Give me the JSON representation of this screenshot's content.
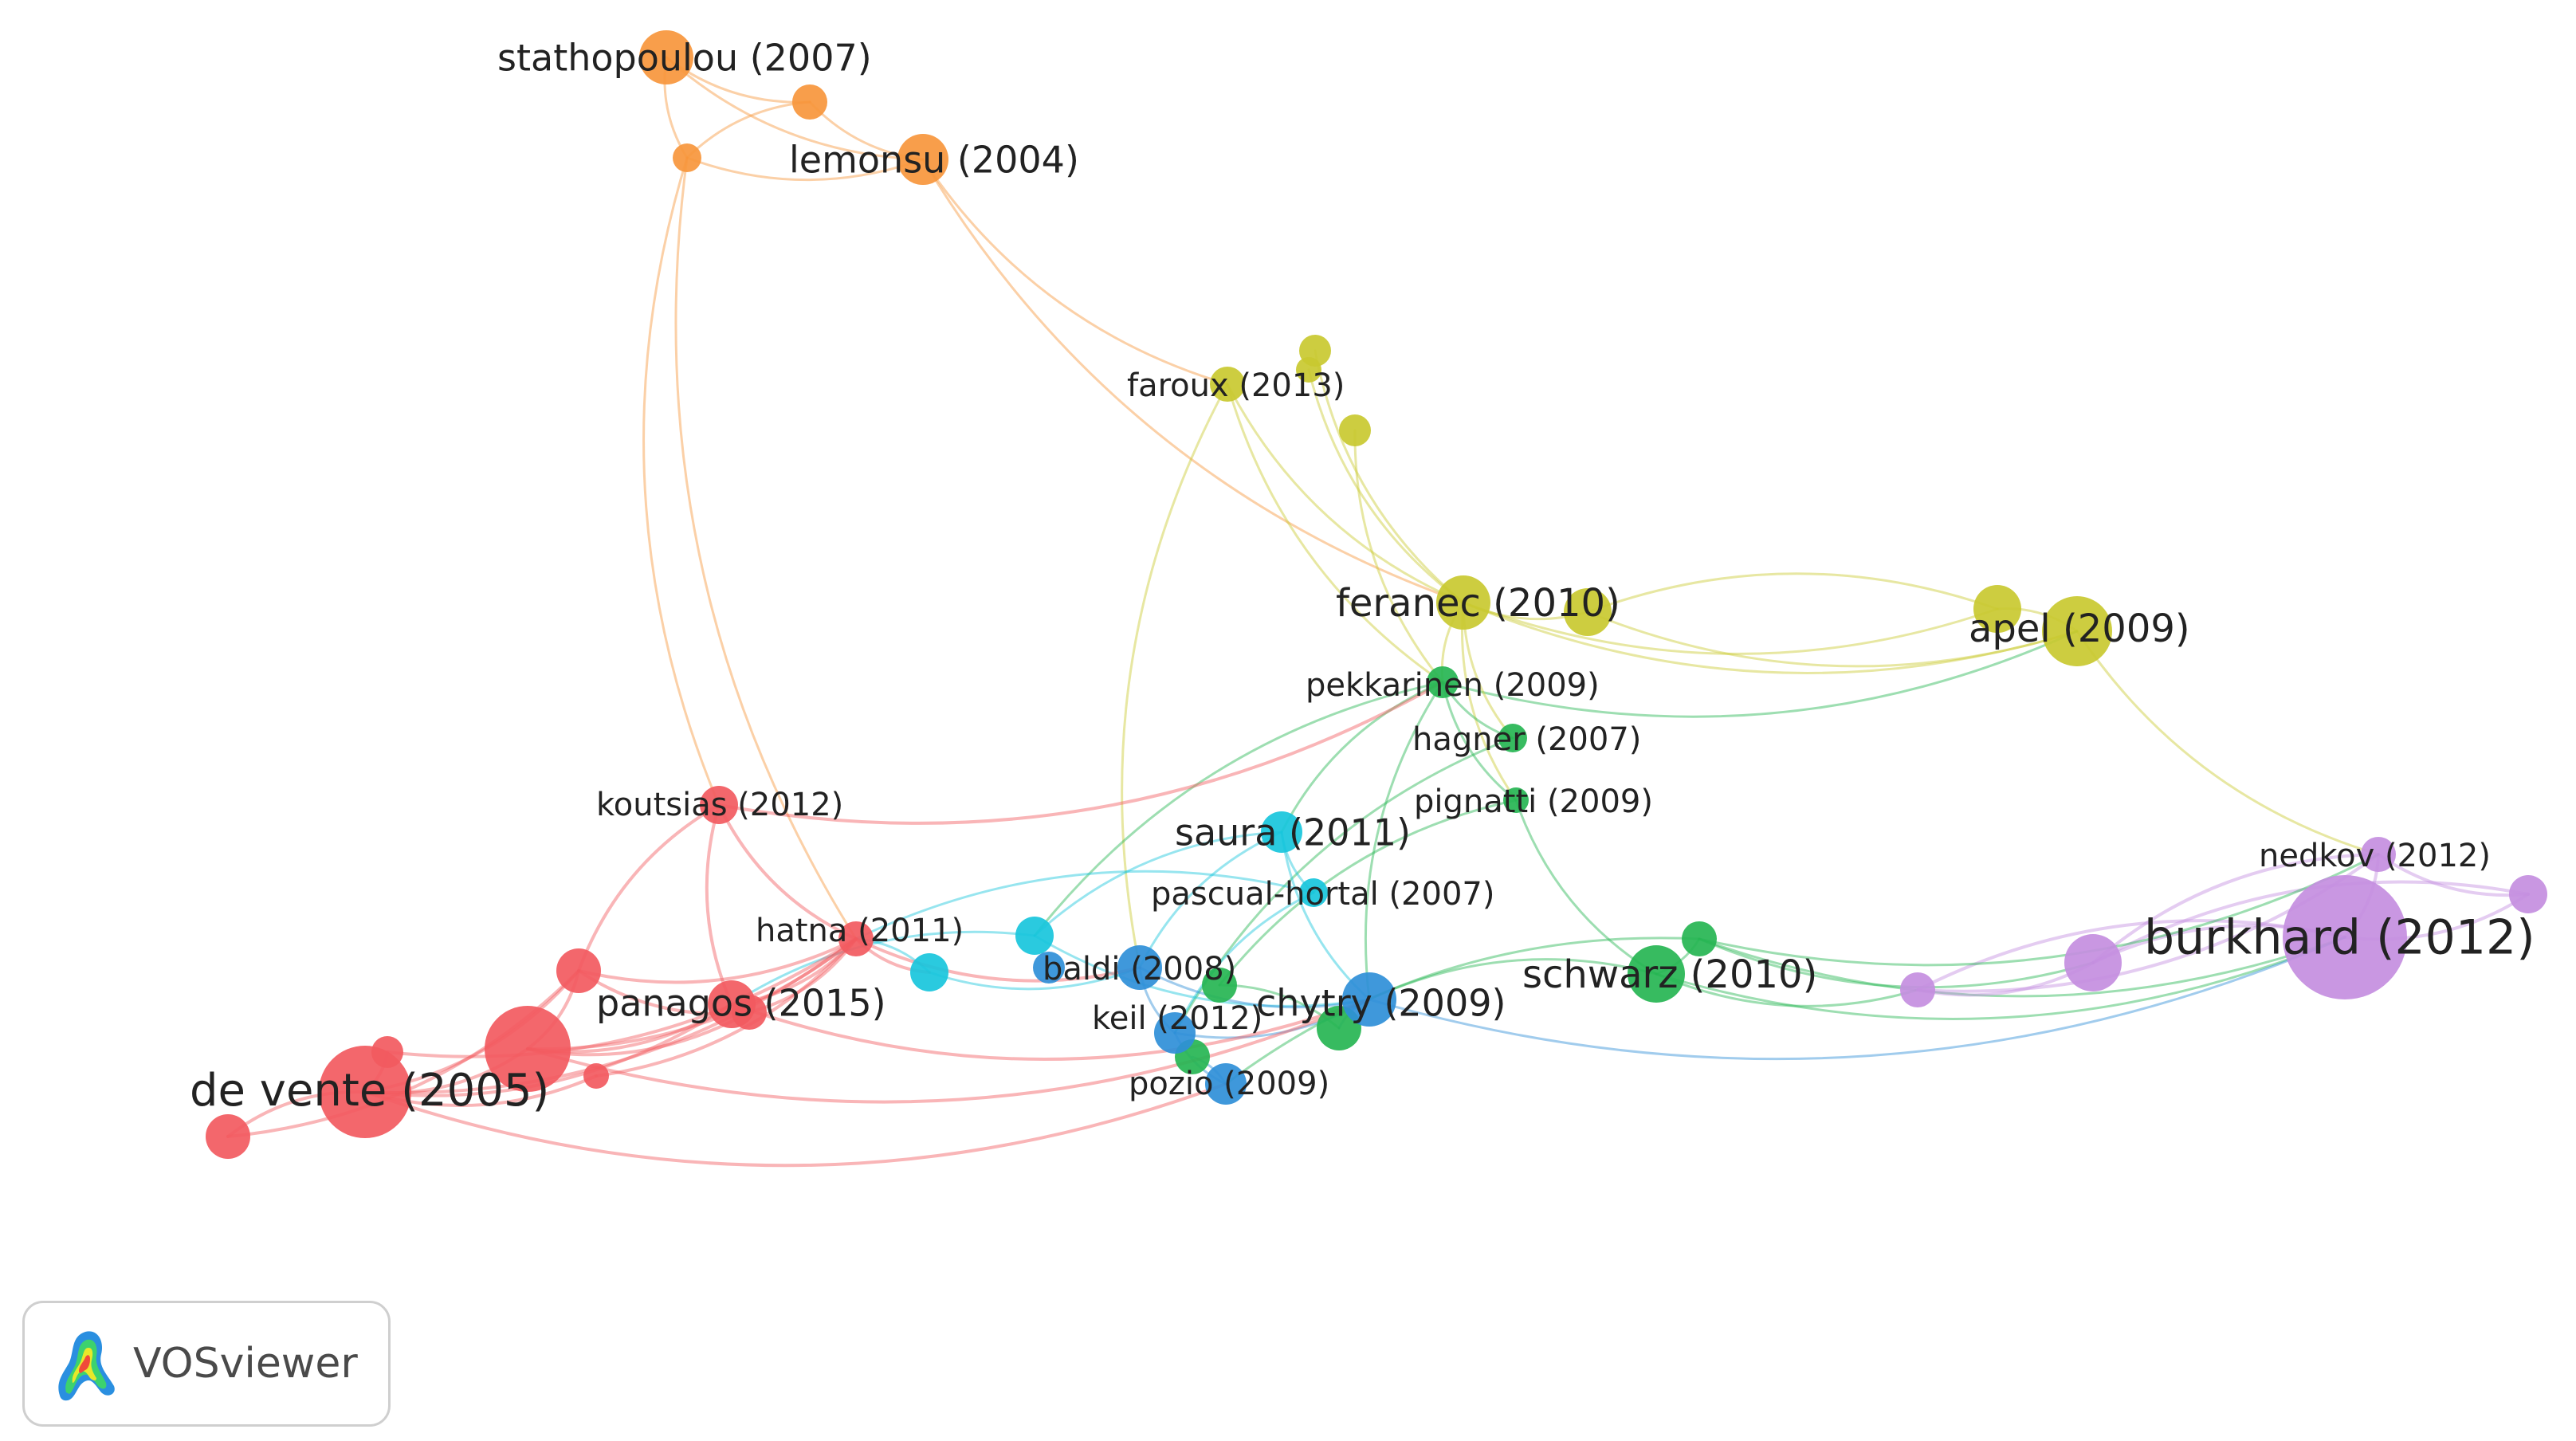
{
  "cluster_colors": {
    "red": "#f25a60",
    "orange": "#f7963c",
    "yellow": "#c9c930",
    "green": "#26b552",
    "cyan": "#18c6dc",
    "blue": "#2f8fd8",
    "purple": "#c48ee0"
  },
  "nodes": [
    {
      "id": "stathopoulou",
      "label": "stathopoulou (2007)",
      "cluster": "orange"
    },
    {
      "id": "o2",
      "label": "",
      "cluster": "orange"
    },
    {
      "id": "o3",
      "label": "",
      "cluster": "orange"
    },
    {
      "id": "lemonsu",
      "label": "lemonsu (2004)",
      "cluster": "orange"
    },
    {
      "id": "faroux",
      "label": "faroux (2013)",
      "cluster": "yellow"
    },
    {
      "id": "y2",
      "label": "",
      "cluster": "yellow"
    },
    {
      "id": "y3",
      "label": "",
      "cluster": "yellow"
    },
    {
      "id": "y4",
      "label": "",
      "cluster": "yellow"
    },
    {
      "id": "feranec",
      "label": "feranec (2010)",
      "cluster": "yellow"
    },
    {
      "id": "y6",
      "label": "",
      "cluster": "yellow"
    },
    {
      "id": "apel",
      "label": "apel (2009)",
      "cluster": "yellow"
    },
    {
      "id": "y8",
      "label": "",
      "cluster": "yellow"
    },
    {
      "id": "pekkarinen",
      "label": "pekkarinen (2009)",
      "cluster": "green"
    },
    {
      "id": "hagner",
      "label": "hagner (2007)",
      "cluster": "green"
    },
    {
      "id": "pignatti",
      "label": "pignatti (2009)",
      "cluster": "green"
    },
    {
      "id": "schwarz",
      "label": "schwarz (2010)",
      "cluster": "green"
    },
    {
      "id": "g5",
      "label": "",
      "cluster": "green"
    },
    {
      "id": "g6",
      "label": "",
      "cluster": "green"
    },
    {
      "id": "g7",
      "label": "",
      "cluster": "green"
    },
    {
      "id": "g8",
      "label": "",
      "cluster": "green"
    },
    {
      "id": "saura",
      "label": "saura (2011)",
      "cluster": "cyan"
    },
    {
      "id": "pascual",
      "label": "pascual-hortal (2007)",
      "cluster": "cyan"
    },
    {
      "id": "c3",
      "label": "",
      "cluster": "cyan"
    },
    {
      "id": "c4",
      "label": "",
      "cluster": "cyan"
    },
    {
      "id": "baldi",
      "label": "baldi (2008)",
      "cluster": "blue"
    },
    {
      "id": "chytry",
      "label": "chytry (2009)",
      "cluster": "blue"
    },
    {
      "id": "keil",
      "label": "keil (2012)",
      "cluster": "blue"
    },
    {
      "id": "pozio",
      "label": "pozio (2009)",
      "cluster": "blue"
    },
    {
      "id": "b5",
      "label": "",
      "cluster": "blue"
    },
    {
      "id": "koutsias",
      "label": "koutsias (2012)",
      "cluster": "red"
    },
    {
      "id": "hatna",
      "label": "hatna (2011)",
      "cluster": "red"
    },
    {
      "id": "panagos",
      "label": "panagos (2015)",
      "cluster": "red"
    },
    {
      "id": "devente",
      "label": "de vente (2005)",
      "cluster": "red"
    },
    {
      "id": "r5",
      "label": "",
      "cluster": "red"
    },
    {
      "id": "r6",
      "label": "",
      "cluster": "red"
    },
    {
      "id": "r7",
      "label": "",
      "cluster": "red"
    },
    {
      "id": "r8",
      "label": "",
      "cluster": "red"
    },
    {
      "id": "r9",
      "label": "",
      "cluster": "red"
    },
    {
      "id": "r10",
      "label": "",
      "cluster": "red"
    },
    {
      "id": "nedkov",
      "label": "nedkov (2012)",
      "cluster": "purple"
    },
    {
      "id": "burkhard",
      "label": "burkhard (2012)",
      "cluster": "purple"
    },
    {
      "id": "p3",
      "label": "",
      "cluster": "purple"
    },
    {
      "id": "p4",
      "label": "",
      "cluster": "purple"
    },
    {
      "id": "p5",
      "label": "",
      "cluster": "purple"
    }
  ],
  "edges": [
    [
      "stathopoulou",
      "o2"
    ],
    [
      "stathopoulou",
      "o3"
    ],
    [
      "stathopoulou",
      "lemonsu"
    ],
    [
      "o2",
      "lemonsu"
    ],
    [
      "o3",
      "lemonsu"
    ],
    [
      "o2",
      "o3"
    ],
    [
      "lemonsu",
      "faroux"
    ],
    [
      "lemonsu",
      "feranec"
    ],
    [
      "o3",
      "koutsias"
    ],
    [
      "o3",
      "hatna"
    ],
    [
      "faroux",
      "feranec"
    ],
    [
      "faroux",
      "pekkarinen"
    ],
    [
      "faroux",
      "baldi"
    ],
    [
      "y2",
      "feranec"
    ],
    [
      "y3",
      "feranec"
    ],
    [
      "y4",
      "pekkarinen"
    ],
    [
      "feranec",
      "apel"
    ],
    [
      "feranec",
      "y6"
    ],
    [
      "y6",
      "apel"
    ],
    [
      "apel",
      "y8"
    ],
    [
      "y8",
      "y6"
    ],
    [
      "feranec",
      "y8"
    ],
    [
      "apel",
      "nedkov"
    ],
    [
      "pekkarinen",
      "apel"
    ],
    [
      "feranec",
      "pekkarinen"
    ],
    [
      "feranec",
      "hagner"
    ],
    [
      "feranec",
      "pignatti"
    ],
    [
      "pekkarinen",
      "hagner"
    ],
    [
      "pekkarinen",
      "pignatti"
    ],
    [
      "pekkarinen",
      "saura"
    ],
    [
      "pekkarinen",
      "c3"
    ],
    [
      "pekkarinen",
      "chytry"
    ],
    [
      "hagner",
      "keil"
    ],
    [
      "pignatti",
      "schwarz"
    ],
    [
      "pignatti",
      "g7"
    ],
    [
      "schwarz",
      "g5"
    ],
    [
      "schwarz",
      "chytry"
    ],
    [
      "schwarz",
      "p3"
    ],
    [
      "schwarz",
      "burkhard"
    ],
    [
      "g5",
      "p4"
    ],
    [
      "g5",
      "burkhard"
    ],
    [
      "g5",
      "pozio"
    ],
    [
      "saura",
      "pascual"
    ],
    [
      "saura",
      "c3"
    ],
    [
      "saura",
      "chytry"
    ],
    [
      "saura",
      "baldi"
    ],
    [
      "pascual",
      "keil"
    ],
    [
      "pascual",
      "hatna"
    ],
    [
      "c3",
      "panagos"
    ],
    [
      "c3",
      "chytry"
    ],
    [
      "c4",
      "baldi"
    ],
    [
      "c4",
      "hatna"
    ],
    [
      "baldi",
      "chytry"
    ],
    [
      "baldi",
      "keil"
    ],
    [
      "keil",
      "pozio"
    ],
    [
      "keil",
      "chytry"
    ],
    [
      "chytry",
      "g6"
    ],
    [
      "pozio",
      "g8"
    ],
    [
      "g6",
      "g7"
    ],
    [
      "koutsias",
      "r5"
    ],
    [
      "koutsias",
      "panagos"
    ],
    [
      "koutsias",
      "hatna"
    ],
    [
      "koutsias",
      "pekkarinen"
    ],
    [
      "devente",
      "r6"
    ],
    [
      "devente",
      "r5"
    ],
    [
      "devente",
      "panagos"
    ],
    [
      "devente",
      "hatna"
    ],
    [
      "devente",
      "r7"
    ],
    [
      "devente",
      "r8"
    ],
    [
      "devente",
      "r10"
    ],
    [
      "r6",
      "hatna"
    ],
    [
      "r6",
      "panagos"
    ],
    [
      "r6",
      "r5"
    ],
    [
      "r6",
      "r9"
    ],
    [
      "r5",
      "hatna"
    ],
    [
      "r5",
      "r9"
    ],
    [
      "r7",
      "hatna"
    ],
    [
      "r8",
      "hatna"
    ],
    [
      "r9",
      "hatna"
    ],
    [
      "panagos",
      "hatna"
    ],
    [
      "hatna",
      "c4"
    ],
    [
      "hatna",
      "baldi"
    ],
    [
      "panagos",
      "chytry"
    ],
    [
      "r6",
      "chytry"
    ],
    [
      "devente",
      "pozio"
    ],
    [
      "r10",
      "r5"
    ],
    [
      "burkhard",
      "nedkov"
    ],
    [
      "burkhard",
      "p3"
    ],
    [
      "burkhard",
      "p4"
    ],
    [
      "burkhard",
      "p5"
    ],
    [
      "nedkov",
      "p4"
    ],
    [
      "nedkov",
      "p5"
    ],
    [
      "p3",
      "p4"
    ],
    [
      "p5",
      "p4"
    ],
    [
      "p3",
      "nedkov"
    ],
    [
      "g5",
      "nedkov"
    ],
    [
      "chytry",
      "burkhard"
    ]
  ],
  "logo": {
    "text": "VOSviewer"
  }
}
